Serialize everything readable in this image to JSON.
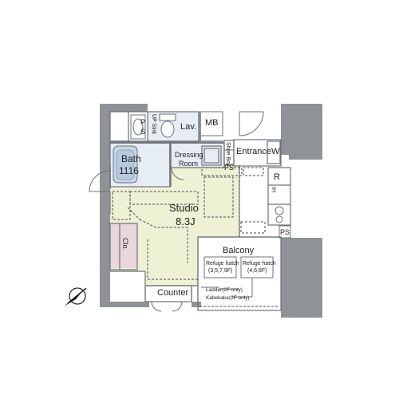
{
  "colors": {
    "wall": "#8f9297",
    "studio_floor": "#eef1d3",
    "wet_floor": "#e6edf5",
    "closet_floor": "#ead7dd",
    "line": "#6d7277",
    "dashed": "#4a4f54"
  },
  "rooms": {
    "studio_name": "Studio",
    "studio_size": "8.3J",
    "bath_name": "Bath",
    "bath_size": "1116",
    "dressing_line1": "Dressing",
    "dressing_line2": "Room",
    "lav": "Lav.",
    "mb": "MB",
    "entrance": "Entrance",
    "w": "W",
    "r": "R",
    "ps_left": "P",
    "ps_left2": "S",
    "ps_mid": "PS",
    "ps_right": "PS",
    "shoe_box": "Shoe Box",
    "up_sink": "UP Sink",
    "clo": "Clo.",
    "counter": "Counter",
    "balcony": "Balcony",
    "refuge1_line1": "Refuge hatch",
    "refuge1_line2": "(3,5,7,9F)",
    "refuge2_line1": "Refuge hatch",
    "refuge2_line2": "(4,6,8F)",
    "ladder": "Ladder(2F only)",
    "kabekake": "Kabekake(2F only)",
    "kitchen": "IH"
  },
  "icons": {
    "compass": "north-arrow-icon",
    "toilet": "toilet-icon",
    "bathtub": "bathtub-icon",
    "washbasin": "washbasin-icon",
    "stove": "stove-icon"
  }
}
